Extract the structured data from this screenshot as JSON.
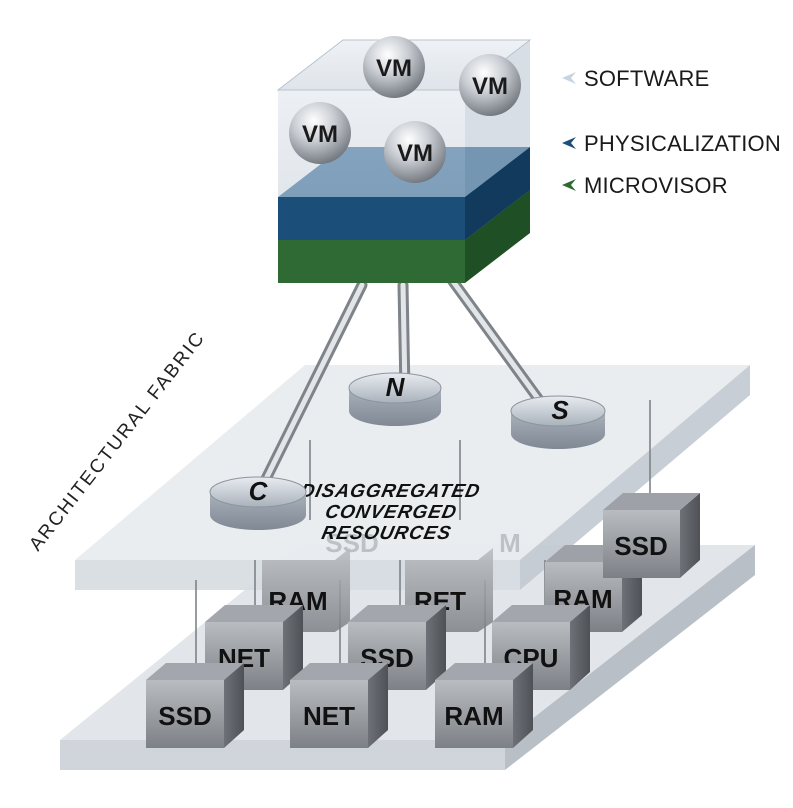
{
  "diagram": {
    "layers": [
      {
        "label": "SOFTWARE",
        "color": "#c8d4e0"
      },
      {
        "label": "PHYSICALIZATION",
        "color": "#1b4f7a"
      },
      {
        "label": "MICROVISOR",
        "color": "#2f6a35"
      }
    ],
    "vms": [
      "VM",
      "VM",
      "VM",
      "VM"
    ],
    "fabric_label": "ARCHITECTURAL FABRIC",
    "nodes": [
      "C",
      "N",
      "S"
    ],
    "resources_title": [
      "DISAGGREGATED",
      "CONVERGED",
      "RESOURCES"
    ],
    "back_row": [
      "RAM",
      "RET",
      "RAM",
      "SSD",
      "SSD",
      "M"
    ],
    "middle_row": [
      "NET",
      "SSD",
      "CPU"
    ],
    "front_row": [
      "SSD",
      "NET",
      "RAM"
    ]
  }
}
